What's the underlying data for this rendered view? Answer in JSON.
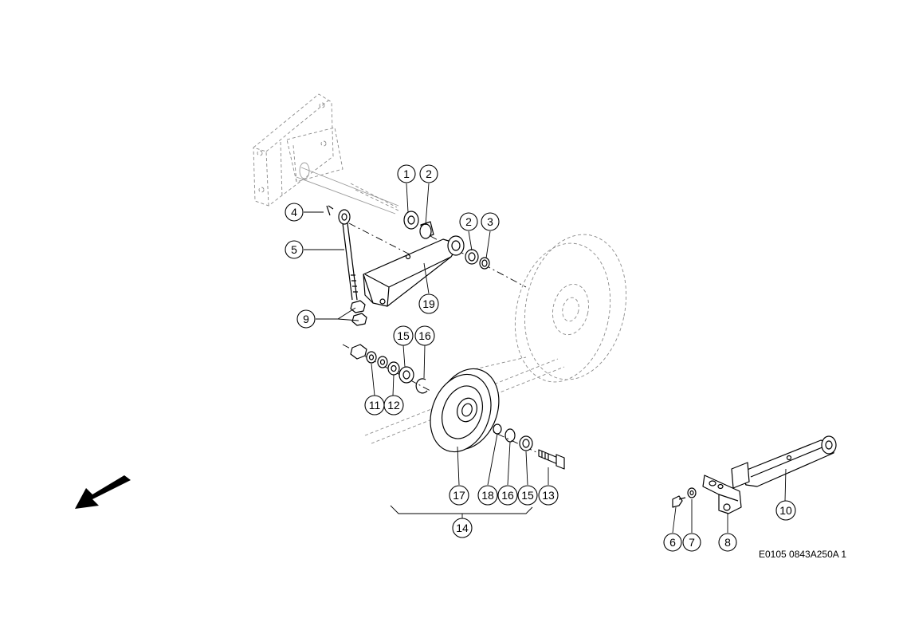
{
  "drawing_code": "E0105 0843A250A 1",
  "callouts": [
    {
      "id": "c1",
      "label": "1"
    },
    {
      "id": "c2a",
      "label": "2"
    },
    {
      "id": "c2b",
      "label": "2"
    },
    {
      "id": "c3",
      "label": "3"
    },
    {
      "id": "c4",
      "label": "4"
    },
    {
      "id": "c5",
      "label": "5"
    },
    {
      "id": "c9",
      "label": "9"
    },
    {
      "id": "c19",
      "label": "19"
    },
    {
      "id": "c15a",
      "label": "15"
    },
    {
      "id": "c16a",
      "label": "16"
    },
    {
      "id": "c11",
      "label": "11"
    },
    {
      "id": "c12",
      "label": "12"
    },
    {
      "id": "c17",
      "label": "17"
    },
    {
      "id": "c18",
      "label": "18"
    },
    {
      "id": "c16b",
      "label": "16"
    },
    {
      "id": "c15b",
      "label": "15"
    },
    {
      "id": "c13",
      "label": "13"
    },
    {
      "id": "c14",
      "label": "14"
    },
    {
      "id": "c10",
      "label": "10"
    },
    {
      "id": "c6",
      "label": "6"
    },
    {
      "id": "c7",
      "label": "7"
    },
    {
      "id": "c8",
      "label": "8"
    }
  ],
  "icons": {
    "direction_arrow": "arrow-down-left-icon"
  }
}
